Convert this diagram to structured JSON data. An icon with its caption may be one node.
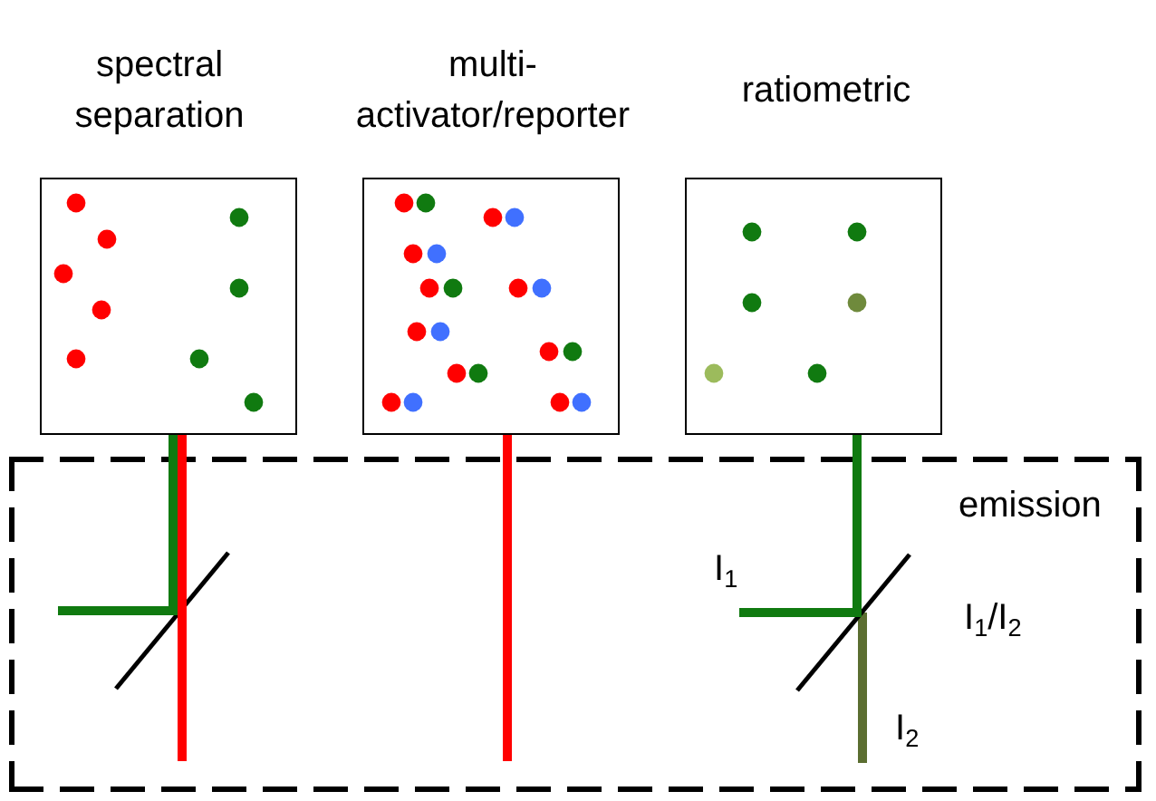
{
  "diagram": {
    "nodes": [
      {
        "text": [
          "spectral separation"
        ]
      },
      {
        "text": [
          "multi-activator/reporter"
        ]
      },
      {
        "text": [
          "ratiometric"
        ]
      },
      {
        "text": [
          "emission"
        ]
      }
    ],
    "edges": [
      {
        "from": 0,
        "to": 3,
        "arrow": "none",
        "color": "#ff0000"
      },
      {
        "from": 0,
        "to": 3,
        "arrow": "none",
        "color": "#107a10"
      },
      {
        "from": 1,
        "to": 3,
        "arrow": "none",
        "color": "#ff0000"
      },
      {
        "from": 2,
        "to": 3,
        "arrow": "none",
        "color": "#107a10"
      }
    ],
    "labels": [
      "I$_{1}$",
      "I$_{1}$/I$_{2}$",
      "I$_{2}$"
    ]
  }
}
